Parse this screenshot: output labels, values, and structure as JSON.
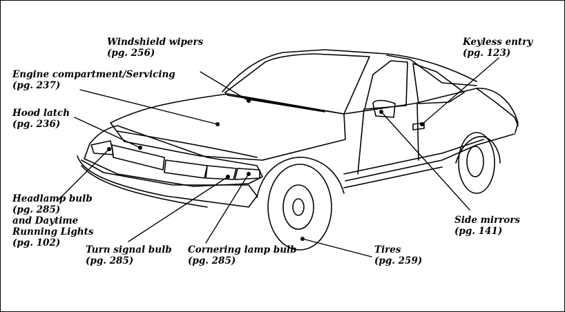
{
  "callouts": {
    "windshield_wipers": {
      "name": "Windshield wipers",
      "page": "(pg. 256)"
    },
    "keyless_entry": {
      "name": "Keyless entry",
      "page": "(pg. 123)"
    },
    "engine_compartment": {
      "name": "Engine compartment/Servicing",
      "page": "(pg. 237)"
    },
    "hood_latch": {
      "name": "Hood latch",
      "page": "(pg. 236)"
    },
    "headlamp": {
      "name": "Headlamp bulb",
      "page": "(pg. 285)",
      "extra1": "and Daytime",
      "extra2": "Running Lights",
      "extra_page": "(pg. 102)"
    },
    "turn_signal": {
      "name": "Turn signal bulb",
      "page": "(pg. 285)"
    },
    "cornering_lamp": {
      "name": "Cornering lamp bulb",
      "page": "(pg. 285)"
    },
    "tires": {
      "name": "Tires",
      "page": "(pg. 259)"
    },
    "side_mirrors": {
      "name": "Side mirrors",
      "page": "(pg. 141)"
    }
  }
}
